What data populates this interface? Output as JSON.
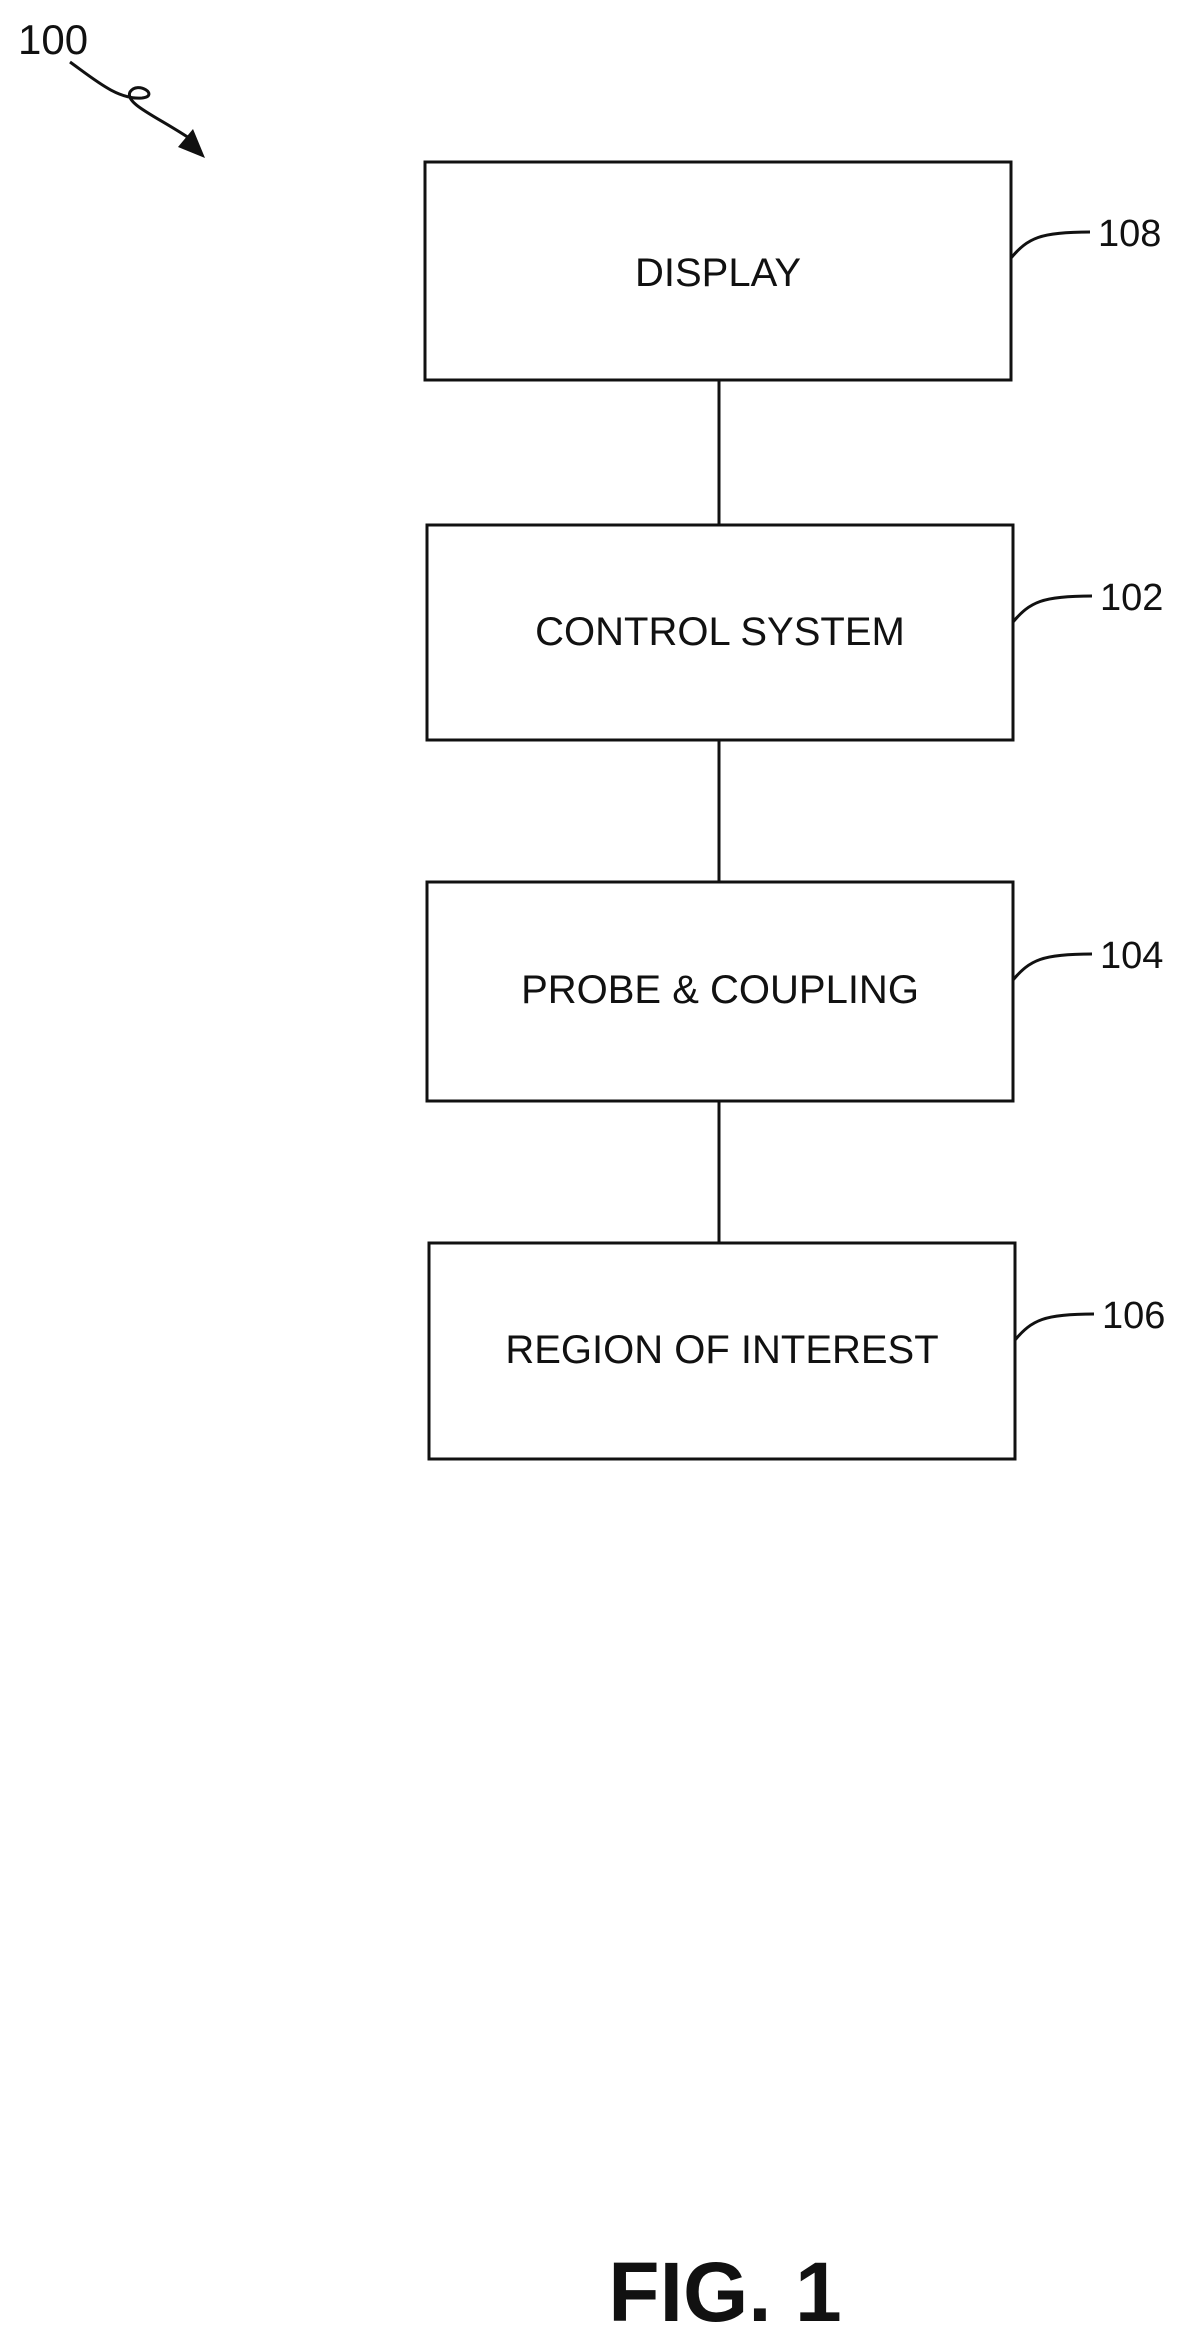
{
  "figure": {
    "system_ref": "100",
    "caption": "FIG. 1"
  },
  "blocks": [
    {
      "label": "DISPLAY",
      "ref": "108"
    },
    {
      "label": "CONTROL SYSTEM",
      "ref": "102"
    },
    {
      "label": "PROBE & COUPLING",
      "ref": "104"
    },
    {
      "label": "REGION OF INTEREST",
      "ref": "106"
    }
  ]
}
